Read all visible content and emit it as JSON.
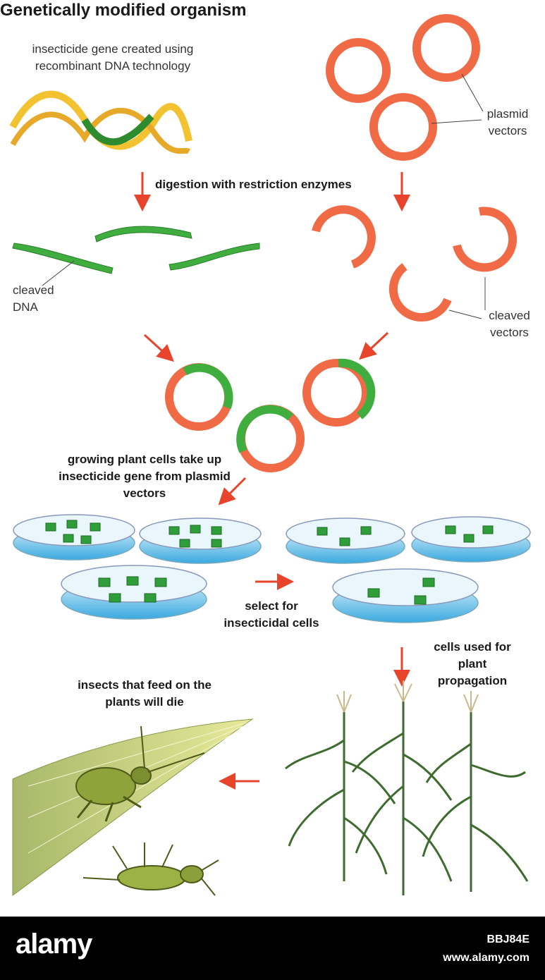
{
  "title": "Genetically modified organism",
  "labels": {
    "insecticide_gene": "insecticide gene created using recombinant DNA technology",
    "plasmid_vectors": "plasmid vectors",
    "digestion": "digestion with restriction enzymes",
    "cleaved_dna": "cleaved DNA",
    "cleaved_vectors": "cleaved vectors",
    "growing_cells": "growing plant cells take up insecticide gene from plasmid vectors",
    "select": "select for insecticidal cells",
    "propagation": "cells used for plant propagation",
    "insects_die": "insects that feed on the plants will die"
  },
  "colors": {
    "plasmid": "#ef6a45",
    "dna_green": "#3fae3f",
    "dna_yellow": "#f2c230",
    "arrow": "#e8432b",
    "dish_water": "#4ab8e8"
  },
  "footer": {
    "brand": "alamy",
    "image_id": "BBJ84E",
    "url": "www.alamy.com"
  }
}
